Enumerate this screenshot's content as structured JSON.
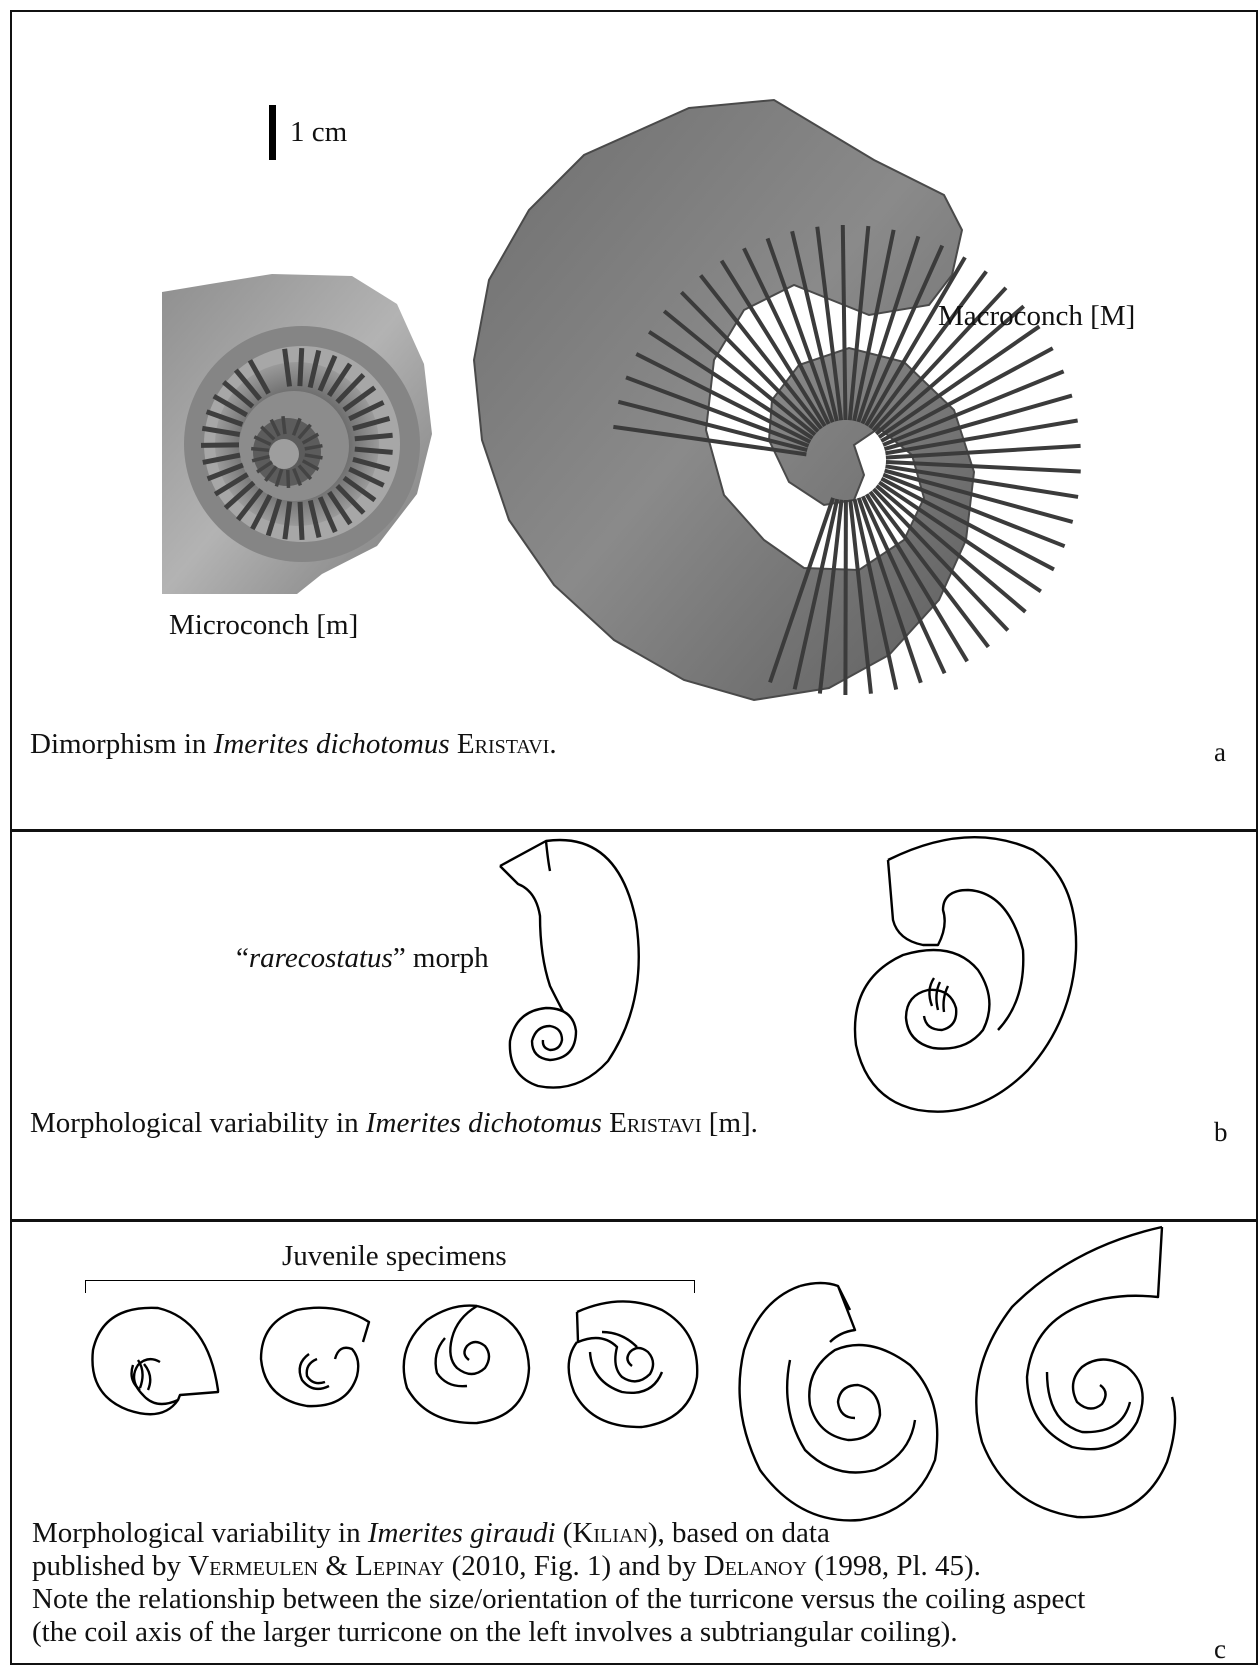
{
  "panel_a": {
    "scale_bar": "1 cm",
    "micro_label": "Microconch [m]",
    "macro_label": "Macroconch [M]",
    "caption_pre": "Dimorphism in ",
    "caption_species": "Imerites dichotomus",
    "caption_author": "Eristavi",
    "caption_post": ".",
    "letter": "a"
  },
  "panel_b": {
    "morph_open": "“",
    "morph_name": "rarecostatus",
    "morph_close": "” morph",
    "caption_pre": "Morphological variability in ",
    "caption_species": "Imerites dichotomus",
    "caption_author": "Eristavi",
    "caption_post": " [m].",
    "letter": "b"
  },
  "panel_c": {
    "juvenile_label": "Juvenile specimens",
    "line1_pre": "Morphological variability in ",
    "line1_species": "Imerites giraudi",
    "line1_open": " (",
    "line1_author": "Kilian",
    "line1_post": "), based on data",
    "line2_pre": "published by ",
    "line2_author1": "Vermeulen",
    "line2_amp": " & ",
    "line2_author2": "Lepinay",
    "line2_mid": " (2010, Fig. 1) and by ",
    "line2_author3": "Delanoy",
    "line2_post": " (1998, Pl. 45).",
    "line3": "Note the relationship between the size/orientation of the turricone versus the coiling aspect",
    "line4": "(the coil axis of the larger turricone on the left involves a subtriangular coiling).",
    "letter": "c"
  }
}
